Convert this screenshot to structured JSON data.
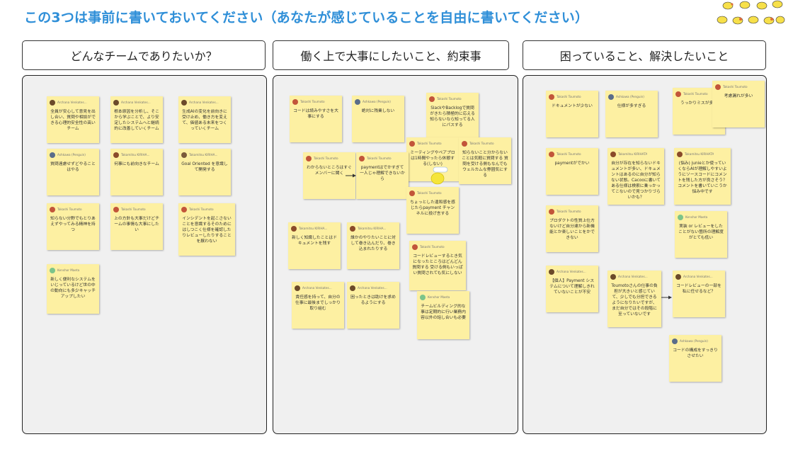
{
  "title": "この3つは事前に書いておいてください（あなたが感じていることを自由に書いてください）",
  "colors": {
    "title": "#2f8fd8",
    "note": "#fdf0a2",
    "board": "#f0f0f0"
  },
  "columns": [
    {
      "header": "どんなチームでありたいか？",
      "notes": [
        {
          "author": "Archana Venkates...",
          "avatar": "#6b4a2a",
          "text": "全員が安心して意見を出し合い、質問や相談ができる心理的安全性の高いチーム"
        },
        {
          "author": "Archana Venkates...",
          "avatar": "#6b4a2a",
          "text": "根本原因を分析し、そこから学ぶことで、より安定したシステムへと継続的に改善していくチーム"
        },
        {
          "author": "Archana Venkates...",
          "avatar": "#6b4a2a",
          "text": "生成AIの変化を前向きに受け止め、働き方を変えて、価値ある未来をつくっていくチーム"
        },
        {
          "author": "Ashkawa (Penguin)",
          "avatar": "#5a6d8a",
          "text": "質問遠慮せずどやることはやる"
        },
        {
          "author": "Takamitsu KIRIHA...",
          "avatar": "#8a4a2a",
          "text": "何事にも前向きなチーム"
        },
        {
          "author": "Takamitsu KIRIHA...",
          "avatar": "#7a5a3a",
          "text": "Goal Oriented を意識して開発する"
        },
        {
          "author": "Takashi Toumoto",
          "avatar": "#c2553a",
          "text": "知らない分野でもとりあえずやってみる精神を持つ"
        },
        {
          "author": "Takashi Toumoto",
          "avatar": "#c2553a",
          "text": "上の方針も大事だけどチームの事情も大事にしたい"
        },
        {
          "author": "Takashi Toumoto",
          "avatar": "#c2553a",
          "text": "インシデントを起こさないことを意識するそのためにはしつこく仕様を確認したりレビューしたりすることを厭わない"
        },
        {
          "author": "Kenshor Maeta",
          "avatar": "#7cc48a",
          "text": "新しく便利なシステムをいじっているけど世の中の動向にも多少キャッチアップしたい"
        }
      ]
    },
    {
      "header": "働く上で大事にしたいこと、約束事",
      "notes": [
        {
          "author": "Takashi Toumoto",
          "avatar": "#c2553a",
          "text": "コードは読みやすさを大事にする"
        },
        {
          "author": "Ashkawa (Penguin)",
          "avatar": "#5a6d8a",
          "text": "絶対に残業しない"
        },
        {
          "author": "Takashi Toumoto",
          "avatar": "#c2553a",
          "text": "SlackやBacklogで質問がきたら積極的に応える 知らないなら知ってる人にパスする"
        },
        {
          "author": "Takashi Toumoto",
          "avatar": "#c2553a",
          "text": "ミーティングやペアプロは1時間やったら休憩する(しない)"
        },
        {
          "author": "Takashi Toumoto",
          "avatar": "#c2553a",
          "text": "知らないこと分からないことは気軽に質問する 質問を受ける側もなんでもウェルカムな雰囲気にする"
        },
        {
          "author": "Takashi Toumoto",
          "avatar": "#c2553a",
          "text": "わからないところはすぐメンバーに聞く"
        },
        {
          "author": "Takashi Toumoto",
          "avatar": "#c2553a",
          "text": "paymentはでかすぎて一人じゃ理解できないから"
        },
        {
          "author": "Takashi Toumoto",
          "avatar": "#c2553a",
          "text": "ちょっとした違和感を感じたらpayment チャンネルに投げ言する"
        },
        {
          "author": "Takamitsu KIRIHA...",
          "avatar": "#8a4a2a",
          "text": "新しく知識したことはドキュメントを残す"
        },
        {
          "author": "Takamitsu KIRIHA...",
          "avatar": "#8a4a2a",
          "text": "誰かのやりたいことに対して巻き込んだり、巻き込まれたりする"
        },
        {
          "author": "Takashi Toumoto",
          "avatar": "#c2553a",
          "text": "コードレビューするとき気になったところはどんどん質問する 受ける側もいっぱい質問されても気にしない"
        },
        {
          "author": "Archana Venkates...",
          "avatar": "#6b4a2a",
          "text": "責任感を持って、自分の仕事に最後までしっかり取り組む"
        },
        {
          "author": "Archana Venkates...",
          "avatar": "#6b4a2a",
          "text": "困ったときは助けを求めるようにする"
        },
        {
          "author": "Kenshor Maeta",
          "avatar": "#7cc48a",
          "text": "チームビルディング的な事は定期的に行い業務内容以外の話し合いも必要"
        }
      ]
    },
    {
      "header": "困っていること、解決したいこと",
      "notes": [
        {
          "author": "Takashi Toumoto",
          "avatar": "#c2553a",
          "text": "ドキュメントが少ない"
        },
        {
          "author": "Ashkawa (Penguin)",
          "avatar": "#5a6d8a",
          "text": "仕様が多すぎる"
        },
        {
          "author": "Takashi Toumoto",
          "avatar": "#c2553a",
          "text": "うっかりミスが多い"
        },
        {
          "author": "Takashi Toumoto",
          "avatar": "#c2553a",
          "text": "考慮漏れが多い"
        },
        {
          "author": "Takashi Toumoto",
          "avatar": "#c2553a",
          "text": "paymentがでかい"
        },
        {
          "author": "Takamitsu KIRIHATA",
          "avatar": "#8a4a2a",
          "text": "自分が存在を知らないドキュメントが多い、ドキュメントはあるのに自分が知らない状態。Cacooに書いてある仕様は検索に乗っかってこないので見つかりづらいかも？"
        },
        {
          "author": "Takamitsu KIRIHATA",
          "avatar": "#8a4a2a",
          "text": "(悩み) junieとか使っていくならAIが理解しやすいようにソースコードにコメントを残した方が良さそう？コメントを書いていこうか悩み中です"
        },
        {
          "author": "Takashi Toumoto",
          "avatar": "#c2553a",
          "text": "プロダクトの性質上仕方ないけど自分達から新機能とか楽しいことをかできない"
        },
        {
          "author": "Kenshor Maeta",
          "avatar": "#7cc48a",
          "text": "実装 or レビューをしたことがない箇所の理解度がとても低い"
        },
        {
          "author": "Archana Venkates...",
          "avatar": "#6b4a2a",
          "text": "【個人】Payment システムについて理解しきれていないことが不安"
        },
        {
          "author": "Archana Venkates...",
          "avatar": "#6b4a2a",
          "text": "Toumotoさんの仕事の負担が大きいと感じていて、少しでも分担できるようになりたいですが、まだ自分ではその段階に至っていないです"
        },
        {
          "author": "Archana Venkates...",
          "avatar": "#6b4a2a",
          "text": "コードレビューの一部を私に任せるなど？"
        },
        {
          "author": "Ashkawa (Penguin)",
          "avatar": "#5a6d8a",
          "text": "コードの構成をすっきりさせたい"
        }
      ]
    }
  ]
}
